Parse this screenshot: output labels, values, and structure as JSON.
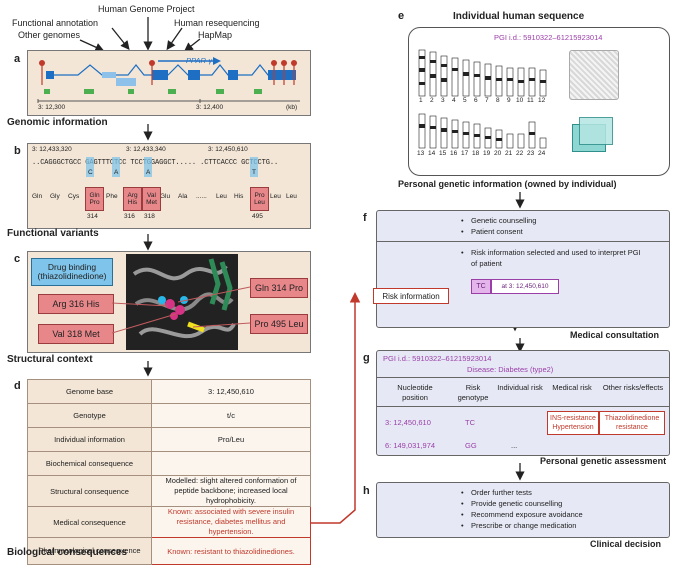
{
  "top_labels": {
    "human_genome_project": "Human Genome Project",
    "functional_annotation": "Functional annotation",
    "human_resequencing": "Human resequencing",
    "other_genomes": "Other genomes",
    "hapmap": "HapMap"
  },
  "panel_a": {
    "letter": "a",
    "gene": "PPAR-γ",
    "coord_left": "3: 12,300",
    "coord_mid": "3: 12,400",
    "unit": "(kb)",
    "title": "Genomic information"
  },
  "panel_b": {
    "letter": "b",
    "pos1": "3: 12,433,320",
    "pos2": "3: 12,433,340",
    "pos3": "3: 12,450,610",
    "sequence": "..CAGGGCTGCC GAGTTTCTCC TCCTGGAGGCT..... .CTTCACCC GCTCCTG..",
    "sub1": "C",
    "sub2": "A",
    "sub3": "A",
    "sub4": "T",
    "aa_gln": "Gln",
    "aa_gly": "Gly",
    "aa_cys": "Cys",
    "aa_phe": "Phe",
    "aa_glu": "Glu",
    "aa_ala": "Ala",
    "aa_dots": "......",
    "aa_leu": "Leu",
    "aa_his": "His",
    "aa_leu2": "Leu",
    "aa_leu3": "Leu",
    "mut_gln": "Gln",
    "mut_pro": "Pro",
    "mut_arg": "Arg",
    "mut_his": "His",
    "mut_val": "Val",
    "mut_met": "Met",
    "mut_pro2": "Pro",
    "mut_leu": "Leu",
    "num1": "314",
    "num2": "316",
    "num3": "318",
    "num4": "495",
    "title": "Functional variants"
  },
  "panel_c": {
    "letter": "c",
    "drug": "Drug binding (thiazolidinedione)",
    "arg": "Arg 316 His",
    "val": "Val 318 Met",
    "gln": "Gln 314 Pro",
    "pro": "Pro 495 Leu",
    "title": "Structural context"
  },
  "panel_d": {
    "letter": "d",
    "rows": [
      {
        "k": "Genome base",
        "v": "3: 12,450,610"
      },
      {
        "k": "Genotype",
        "v": "t/c"
      },
      {
        "k": "Individual information",
        "v": "Pro/Leu"
      },
      {
        "k": "Biochemical consequence",
        "v": ""
      },
      {
        "k": "Structural consequence",
        "v": "Modelled: slight altered conformation of peptide backbone; increased local hydrophobicity."
      },
      {
        "k": "Medical consequence",
        "v": "Known: associated with severe insulin resistance, diabetes mellitus and hypertension."
      },
      {
        "k": "Pharmacological consequence",
        "v": "Known: resistant to thiazolidinediones."
      }
    ],
    "title": "Biological consequences"
  },
  "panel_e": {
    "letter": "e",
    "title_top": "Individual human sequence",
    "pgi": "PGI i.d.: 5910322–61215923014",
    "chr_row1": [
      "1",
      "2",
      "3",
      "4",
      "5",
      "6",
      "7",
      "8",
      "9",
      "10",
      "11",
      "12"
    ],
    "chr_row2": [
      "13",
      "14",
      "15",
      "16",
      "17",
      "18",
      "19",
      "20",
      "21",
      "22",
      "23",
      "24"
    ],
    "title": "Personal genetic information (owned by individual)"
  },
  "panel_f": {
    "letter": "f",
    "bullets1": [
      "Genetic counselling",
      "Patient consent"
    ],
    "bullets2": [
      "Risk information selected and used to interpret PGI of patient"
    ],
    "tc": "TC",
    "at": "at 3: 12,450,610",
    "risk_info": "Risk information",
    "title": "Medical consultation"
  },
  "panel_g": {
    "letter": "g",
    "pgi": "PGI i.d.: 5910322–61215923014",
    "disease": "Disease: Diabetes (type2)",
    "headers": [
      "Nucleotide position",
      "Risk genotype",
      "Individual risk",
      "Medical risk",
      "Other risks/effects"
    ],
    "row1": {
      "pos": "3: 12,450,610",
      "geno": "TC",
      "med": "INS-resistance Hypertension",
      "other": "Thiazolidinedione resistance"
    },
    "row2": {
      "pos": "6: 149,031,974",
      "geno": "GG",
      "ind": "..."
    },
    "title": "Personal genetic assessment"
  },
  "panel_h": {
    "letter": "h",
    "bullets": [
      "Order further tests",
      "Provide genetic counselling",
      "Recommend exposure avoidance",
      "Prescribe or change medication"
    ],
    "title": "Clinical decision"
  },
  "colors": {
    "panel_beige": "#f3e6d6",
    "panel_blue": "#e6e9f5",
    "mutation_red": "#e8878a",
    "drug_blue": "#7fc4ea",
    "accent_red": "#c0392b",
    "exon_blue": "#1e6fc4"
  }
}
